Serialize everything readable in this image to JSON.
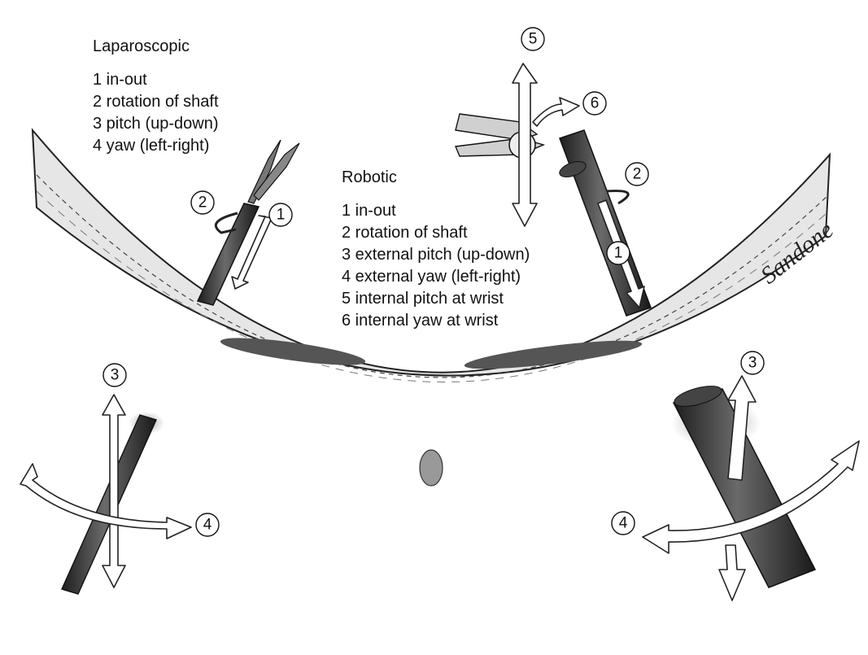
{
  "laparoscopic": {
    "heading": "Laparoscopic",
    "items": [
      "1 in-out",
      "2 rotation of shaft",
      "3 pitch (up-down)",
      "4 yaw (left-right)"
    ]
  },
  "robotic": {
    "heading": "Robotic",
    "items": [
      "1 in-out",
      "2 rotation of shaft",
      "3 external pitch (up-down)",
      "4 external yaw (left-right)",
      "5 internal pitch at wrist",
      "6 internal yaw at wrist"
    ]
  },
  "markers": {
    "lap_in_out": "1",
    "lap_rotation": "2",
    "lap_pitch": "3",
    "lap_yaw": "4",
    "rob_in_out": "1",
    "rob_rotation": "2",
    "rob_pitch": "3",
    "rob_yaw": "4",
    "rob_wrist_pitch": "5",
    "rob_wrist_yaw": "6"
  },
  "signature": "Sandone",
  "colors": {
    "shaft": "#3a3a3a",
    "wall": "#d9d9d9",
    "muscle": "#555555",
    "outline": "#222222"
  }
}
